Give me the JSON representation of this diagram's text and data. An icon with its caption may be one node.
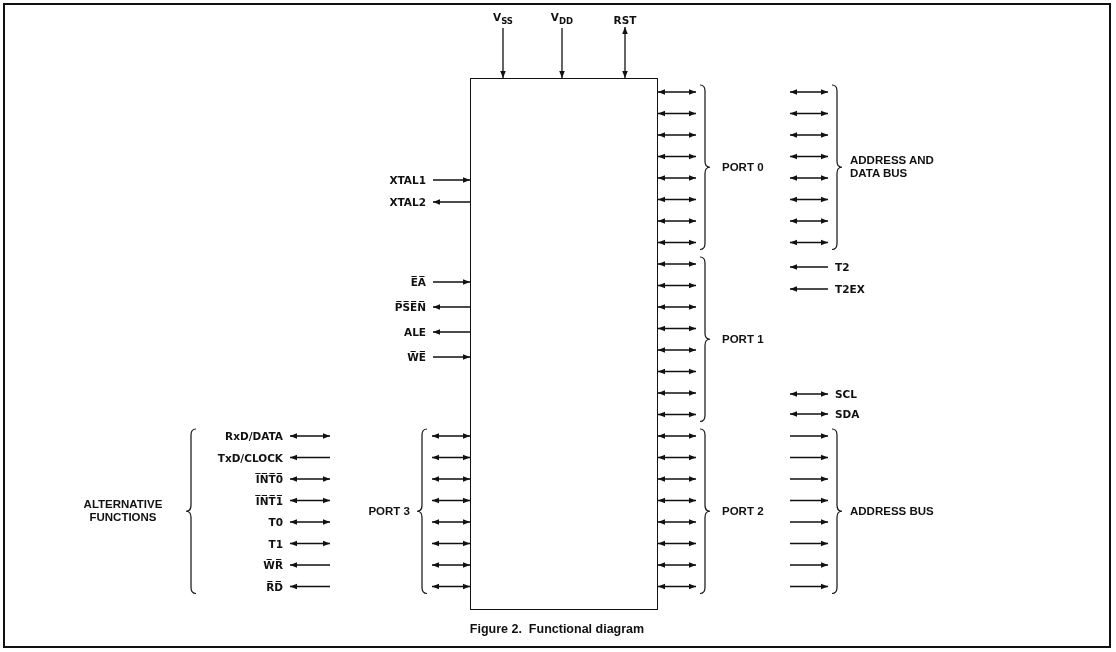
{
  "diagram": {
    "caption": "Figure 2.  Functional diagram",
    "nodes": [
      {
        "text": [],
        "shape": "box"
      },
      {
        "text": [
          "V$_{SS}$"
        ]
      },
      {
        "text": [
          "V$_{DD}$"
        ]
      },
      {
        "text": [
          "RST"
        ]
      },
      {
        "text": [
          "XTAL1"
        ]
      },
      {
        "text": [
          "XTAL2"
        ]
      },
      {
        "text": [
          "E̅A̅"
        ]
      },
      {
        "text": [
          "P̅S̅E̅N̅"
        ]
      },
      {
        "text": [
          "ALE"
        ]
      },
      {
        "text": [
          "W̅E̅"
        ]
      },
      {
        "text": [
          "T2"
        ]
      },
      {
        "text": [
          "T2EX"
        ]
      },
      {
        "text": [
          "SCL"
        ]
      },
      {
        "text": [
          "SDA"
        ]
      },
      {
        "text": [
          "RxD/DATA"
        ]
      },
      {
        "text": [
          "TxD/CLOCK"
        ]
      },
      {
        "text": [
          "I̅N̅T̅0̅"
        ]
      },
      {
        "text": [
          "I̅N̅T̅1̅"
        ]
      },
      {
        "text": [
          "T0"
        ]
      },
      {
        "text": [
          "T1"
        ]
      },
      {
        "text": [
          "W̅R̅"
        ]
      },
      {
        "text": [
          "R̅D̅"
        ]
      }
    ],
    "edges": [
      {
        "from": 1,
        "to": 0,
        "arrow": "to"
      },
      {
        "from": 2,
        "to": 0,
        "arrow": "to"
      },
      {
        "from": 3,
        "to": 0,
        "arrow": "both"
      },
      {
        "from": 4,
        "to": 0,
        "arrow": "to"
      },
      {
        "from": 0,
        "to": 5,
        "arrow": "to"
      },
      {
        "from": 6,
        "to": 0,
        "arrow": "to"
      },
      {
        "from": 0,
        "to": 7,
        "arrow": "to"
      },
      {
        "from": 0,
        "to": 8,
        "arrow": "to"
      },
      {
        "from": 9,
        "to": 0,
        "arrow": "to"
      },
      {
        "from": 0,
        "to": null,
        "arrow": "both"
      },
      {
        "from": 0,
        "to": null,
        "arrow": "both"
      },
      {
        "from": 0,
        "to": null,
        "arrow": "both"
      },
      {
        "from": 0,
        "to": null,
        "arrow": "both"
      },
      {
        "from": 0,
        "to": null,
        "arrow": "both"
      },
      {
        "from": 0,
        "to": null,
        "arrow": "both"
      },
      {
        "from": 0,
        "to": null,
        "arrow": "both"
      },
      {
        "from": 0,
        "to": null,
        "arrow": "both"
      },
      {
        "from": 0,
        "to": null,
        "arrow": "both"
      },
      {
        "from": 0,
        "to": null,
        "arrow": "both"
      },
      {
        "from": 0,
        "to": null,
        "arrow": "both"
      },
      {
        "from": 0,
        "to": null,
        "arrow": "both"
      },
      {
        "from": 0,
        "to": null,
        "arrow": "both"
      },
      {
        "from": 0,
        "to": null,
        "arrow": "both"
      },
      {
        "from": 0,
        "to": null,
        "arrow": "both"
      },
      {
        "from": 0,
        "to": null,
        "arrow": "both"
      },
      {
        "from": 0,
        "to": null,
        "arrow": "both"
      },
      {
        "from": 0,
        "to": null,
        "arrow": "both"
      },
      {
        "from": 0,
        "to": null,
        "arrow": "both"
      },
      {
        "from": 0,
        "to": null,
        "arrow": "both"
      },
      {
        "from": 0,
        "to": null,
        "arrow": "both"
      },
      {
        "from": 0,
        "to": null,
        "arrow": "both"
      },
      {
        "from": 0,
        "to": null,
        "arrow": "both"
      },
      {
        "from": 0,
        "to": null,
        "arrow": "both"
      },
      {
        "from": 0,
        "to": null,
        "arrow": "both"
      },
      {
        "from": 0,
        "to": null,
        "arrow": "both"
      },
      {
        "from": 0,
        "to": null,
        "arrow": "both"
      },
      {
        "from": 0,
        "to": null,
        "arrow": "both"
      },
      {
        "from": 0,
        "to": null,
        "arrow": "both"
      },
      {
        "from": 0,
        "to": null,
        "arrow": "both"
      },
      {
        "from": 0,
        "to": null,
        "arrow": "both"
      },
      {
        "from": 0,
        "to": null,
        "arrow": "both"
      },
      {
        "from": 10,
        "to": null,
        "arrow": "to"
      },
      {
        "from": 11,
        "to": null,
        "arrow": "to"
      },
      {
        "from": 12,
        "to": null,
        "arrow": "both"
      },
      {
        "from": 13,
        "to": null,
        "arrow": "both"
      },
      {
        "from": 14,
        "to": null,
        "arrow": "both"
      },
      {
        "from": null,
        "to": 15,
        "arrow": "to"
      },
      {
        "from": 16,
        "to": null,
        "arrow": "both"
      },
      {
        "from": 17,
        "to": null,
        "arrow": "both"
      },
      {
        "from": 18,
        "to": null,
        "arrow": "both"
      },
      {
        "from": 19,
        "to": null,
        "arrow": "both"
      },
      {
        "from": null,
        "to": 20,
        "arrow": "to"
      },
      {
        "from": null,
        "to": 21,
        "arrow": "to"
      }
    ],
    "labels": [
      "PORT 0",
      "ADDRESS AND DATA BUS",
      "PORT 1",
      "ALTERNATIVE FUNCTIONS",
      "PORT 3",
      "PORT 2",
      "ADDRESS BUS"
    ]
  }
}
